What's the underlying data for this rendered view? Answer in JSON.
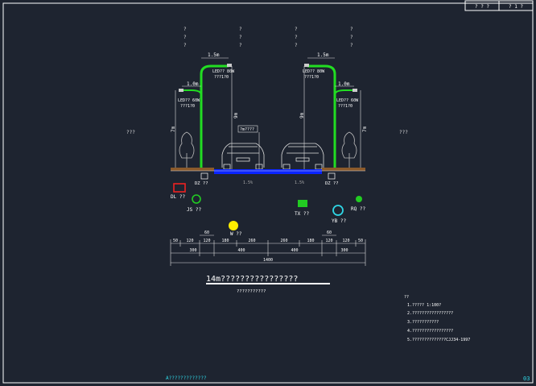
{
  "title_block": {
    "cells": [
      "? ? ?",
      "? 1 ?"
    ]
  },
  "labels": {
    "side_marks": [
      "?",
      "?",
      "?"
    ],
    "side_label": "???",
    "arm_top": "1.5m",
    "arm_low": "1.0m",
    "lamp_high": [
      "LED?? 80W",
      "???1?0"
    ],
    "lamp_low": [
      "LED?? 60W",
      "???1?0"
    ],
    "pole_h_high": "9m",
    "pole_h_low": "7m",
    "center_note": "?m????",
    "dz": "DZ ??",
    "road_slope": "1.5%"
  },
  "utilities": {
    "dl": "DL ??",
    "js": "JS ??",
    "tx": "TX ??",
    "yb": "YB ??",
    "rq": "RQ ??",
    "w": "W ??"
  },
  "dims": {
    "top_left": [
      "50",
      "120",
      "120",
      "180",
      "260"
    ],
    "top_right": [
      "260",
      "180",
      "120",
      "120",
      "50"
    ],
    "mid_left": [
      "300",
      "400"
    ],
    "mid_right": [
      "400",
      "300"
    ],
    "mid_small": [
      "60",
      "60"
    ],
    "total": "1400"
  },
  "drawing_title": "14m????????????????",
  "drawing_subtitle": "???????????",
  "notes": {
    "heading": "??",
    "items": [
      "1.????? 1:100?",
      "2.?????????????????",
      "3.???????????",
      "4.?????????????????",
      "5.??????????????CJJ34-1997"
    ]
  },
  "footer": {
    "drawing_code": "A?????????????",
    "sheet": "03"
  },
  "colors": {
    "background": "#1e2430",
    "frame": "#ffffff",
    "pole": "#22dd22",
    "road": "#0a24ff",
    "cyan": "#2fd7e6",
    "dl_red": "#ee2222",
    "tx_green": "#22cc22",
    "w_yellow": "#ffee00"
  }
}
